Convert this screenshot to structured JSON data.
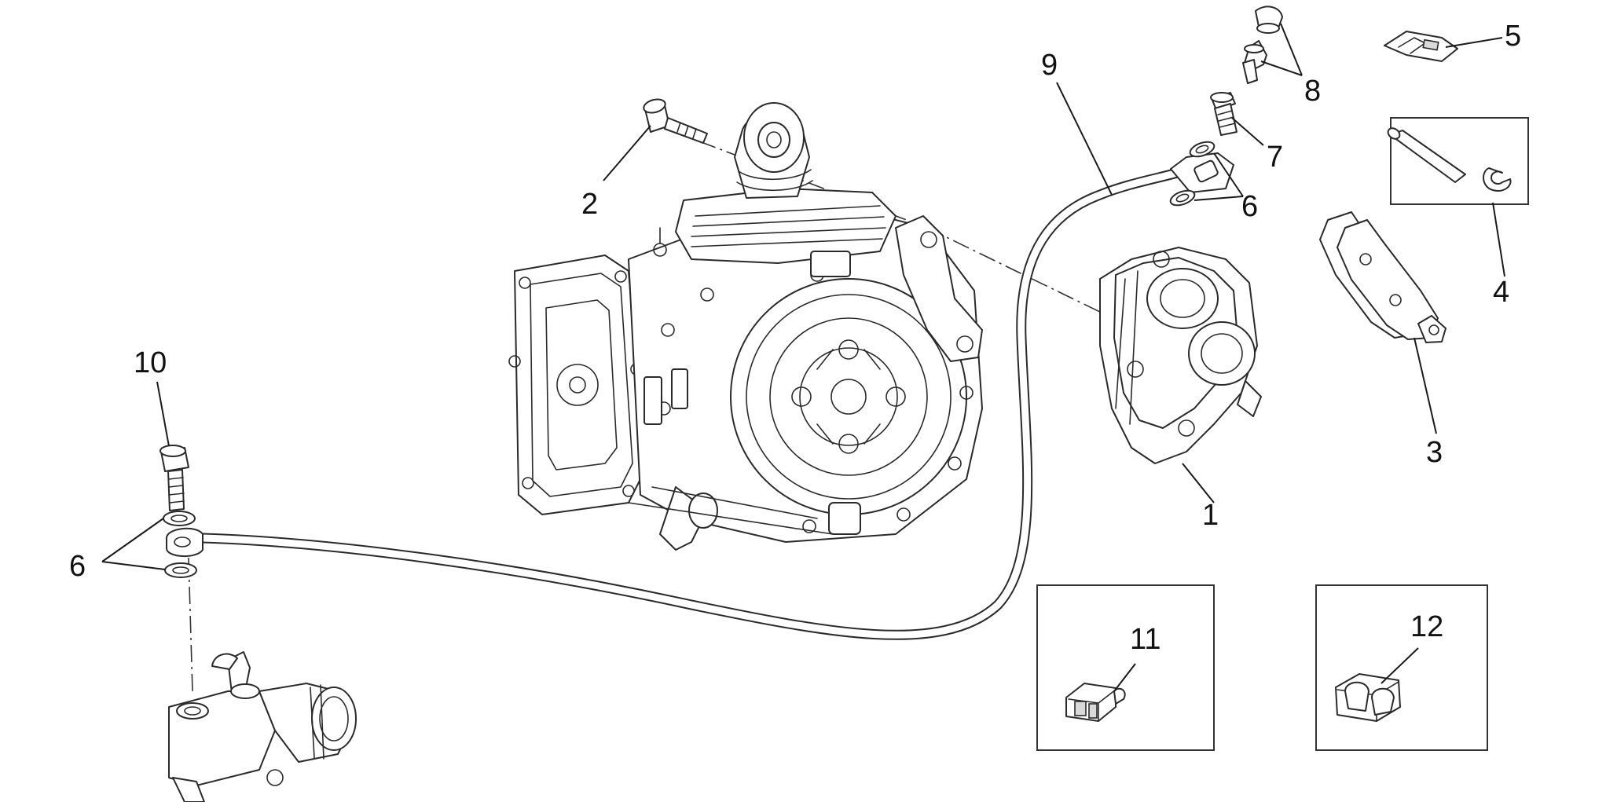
{
  "callouts": {
    "c1": "1",
    "c2": "2",
    "c3": "3",
    "c4": "4",
    "c5": "5",
    "c6_left": "6",
    "c6_right": "6",
    "c7": "7",
    "c8": "8",
    "c9": "9",
    "c10": "10",
    "c11": "11",
    "c12": "12"
  }
}
